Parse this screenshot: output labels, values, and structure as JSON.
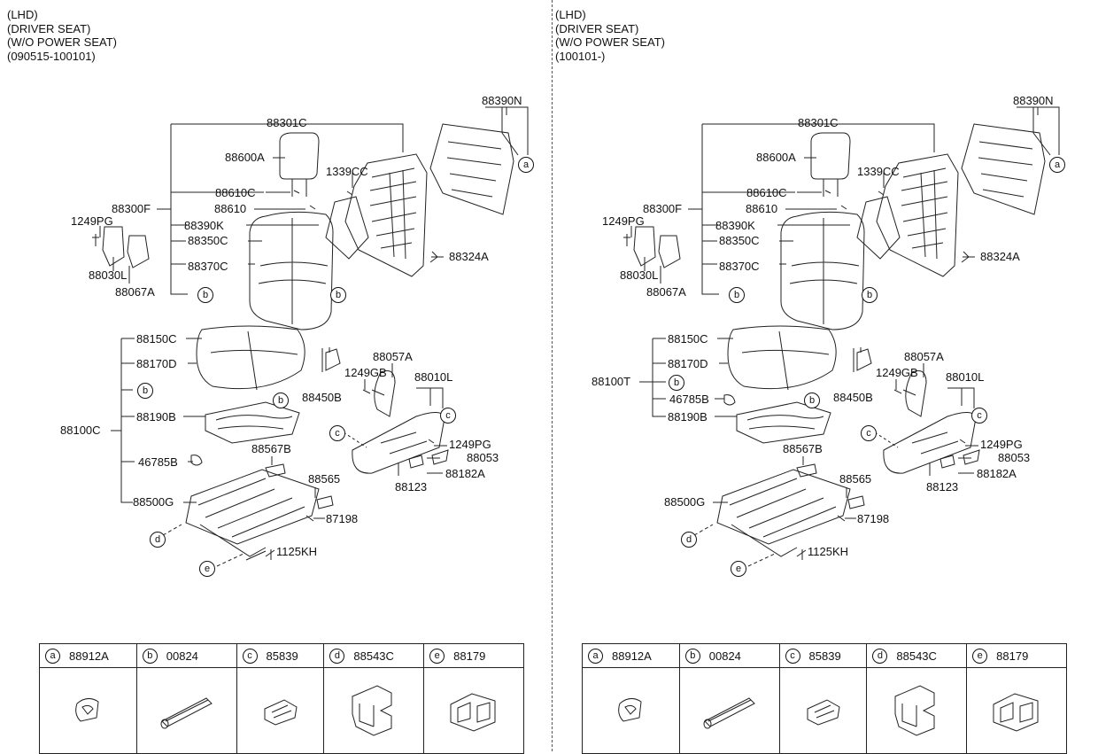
{
  "left": {
    "header": [
      "(LHD)",
      "(DRIVER SEAT)",
      "(W/O POWER SEAT)",
      "(090515-100101)"
    ],
    "labels": {
      "p88390N": "88390N",
      "p88301C": "88301C",
      "p88600A": "88600A",
      "p1339CC": "1339CC",
      "p88610C": "88610C",
      "p88300F": "88300F",
      "p88610": "88610",
      "p1249PG": "1249PG",
      "p88390K": "88390K",
      "p88350C": "88350C",
      "p88324A": "88324A",
      "p88370C": "88370C",
      "p88030L": "88030L",
      "p88067A": "88067A",
      "p88150C": "88150C",
      "p88057A": "88057A",
      "p88170D": "88170D",
      "p1249GB": "1249GB",
      "p88010L": "88010L",
      "p88450B": "88450B",
      "p88100C": "88100C",
      "p88190B": "88190B",
      "p1249PG2": "1249PG",
      "p88053": "88053",
      "p46785B": "46785B",
      "p88567B": "88567B",
      "p88182A": "88182A",
      "p88123": "88123",
      "p88565": "88565",
      "p88500G": "88500G",
      "p87198": "87198",
      "p1125KH": "1125KH"
    },
    "legend": [
      {
        "key": "a",
        "part": "88912A"
      },
      {
        "key": "b",
        "part": "00824"
      },
      {
        "key": "c",
        "part": "85839"
      },
      {
        "key": "d",
        "part": "88543C"
      },
      {
        "key": "e",
        "part": "88179"
      }
    ]
  },
  "right": {
    "header": [
      "(LHD)",
      "(DRIVER SEAT)",
      "(W/O POWER SEAT)",
      "(100101-)"
    ],
    "labels": {
      "p88390N": "88390N",
      "p88301C": "88301C",
      "p88600A": "88600A",
      "p1339CC": "1339CC",
      "p88610C": "88610C",
      "p88300F": "88300F",
      "p88610": "88610",
      "p1249PG": "1249PG",
      "p88390K": "88390K",
      "p88350C": "88350C",
      "p88324A": "88324A",
      "p88370C": "88370C",
      "p88030L": "88030L",
      "p88067A": "88067A",
      "p88150C": "88150C",
      "p88057A": "88057A",
      "p88170D": "88170D",
      "p1249GB": "1249GB",
      "p88010L": "88010L",
      "p88450B": "88450B",
      "p88100T": "88100T",
      "p46785B": "46785B",
      "p88190B": "88190B",
      "p1249PG2": "1249PG",
      "p88053": "88053",
      "p88567B": "88567B",
      "p88182A": "88182A",
      "p88123": "88123",
      "p88565": "88565",
      "p88500G": "88500G",
      "p87198": "87198",
      "p1125KH": "1125KH"
    },
    "legend": [
      {
        "key": "a",
        "part": "88912A"
      },
      {
        "key": "b",
        "part": "00824"
      },
      {
        "key": "c",
        "part": "85839"
      },
      {
        "key": "d",
        "part": "88543C"
      },
      {
        "key": "e",
        "part": "88179"
      }
    ]
  },
  "callouts": {
    "a": "a",
    "b": "b",
    "c": "c",
    "d": "d",
    "e": "e"
  }
}
